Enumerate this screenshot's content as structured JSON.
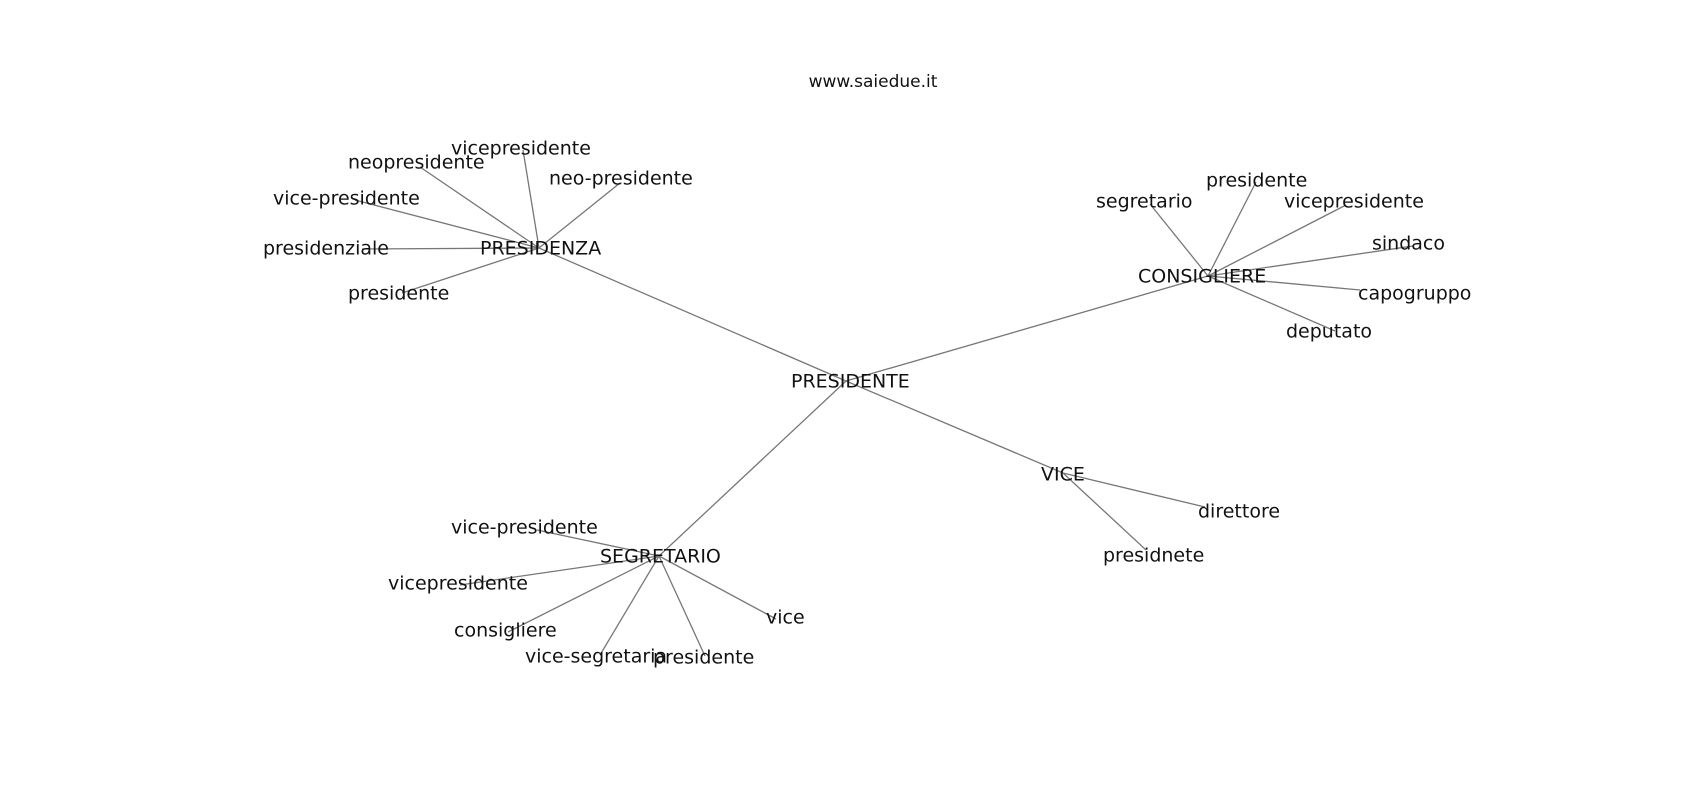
{
  "site": "www.saiedue.it",
  "graph": {
    "center": "PRESIDENTE",
    "hubs": [
      {
        "id": "presidenza",
        "label": "PRESIDENZA",
        "leaves": [
          "neopresidente",
          "vicepresidente",
          "neo-presidente",
          "vice-presidente",
          "presidenziale",
          "presidente"
        ]
      },
      {
        "id": "consigliere",
        "label": "CONSIGLIERE",
        "leaves": [
          "segretario",
          "presidente",
          "vicepresidente",
          "sindaco",
          "capogruppo",
          "deputato"
        ]
      },
      {
        "id": "vice",
        "label": "VICE",
        "leaves": [
          "direttore",
          "presidnete"
        ]
      },
      {
        "id": "segretario",
        "label": "SEGRETARIO",
        "leaves": [
          "vice-presidente",
          "vicepresidente",
          "consigliere",
          "vice-segretaria",
          "presidente",
          "vice"
        ]
      }
    ]
  }
}
